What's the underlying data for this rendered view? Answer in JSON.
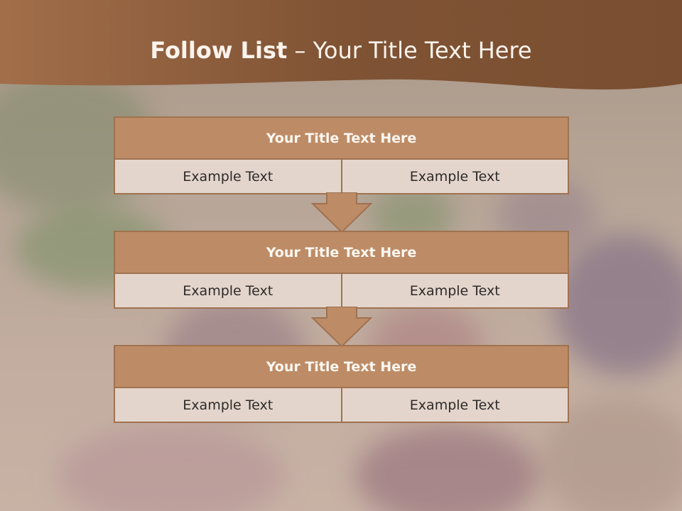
{
  "slide": {
    "title_strong": "Follow List",
    "title_rest": " – Your Title Text Here"
  },
  "flow": [
    {
      "title": "Your Title Text Here",
      "left": "Example Text",
      "right": "Example Text"
    },
    {
      "title": "Your Title Text Here",
      "left": "Example Text",
      "right": "Example Text"
    },
    {
      "title": "Your Title Text Here",
      "left": "Example Text",
      "right": "Example Text"
    }
  ],
  "colors": {
    "header": "#8a5b3a",
    "box_title": "#bd8c66",
    "box_border": "#9f7250",
    "cell": "#e3d5cc"
  }
}
